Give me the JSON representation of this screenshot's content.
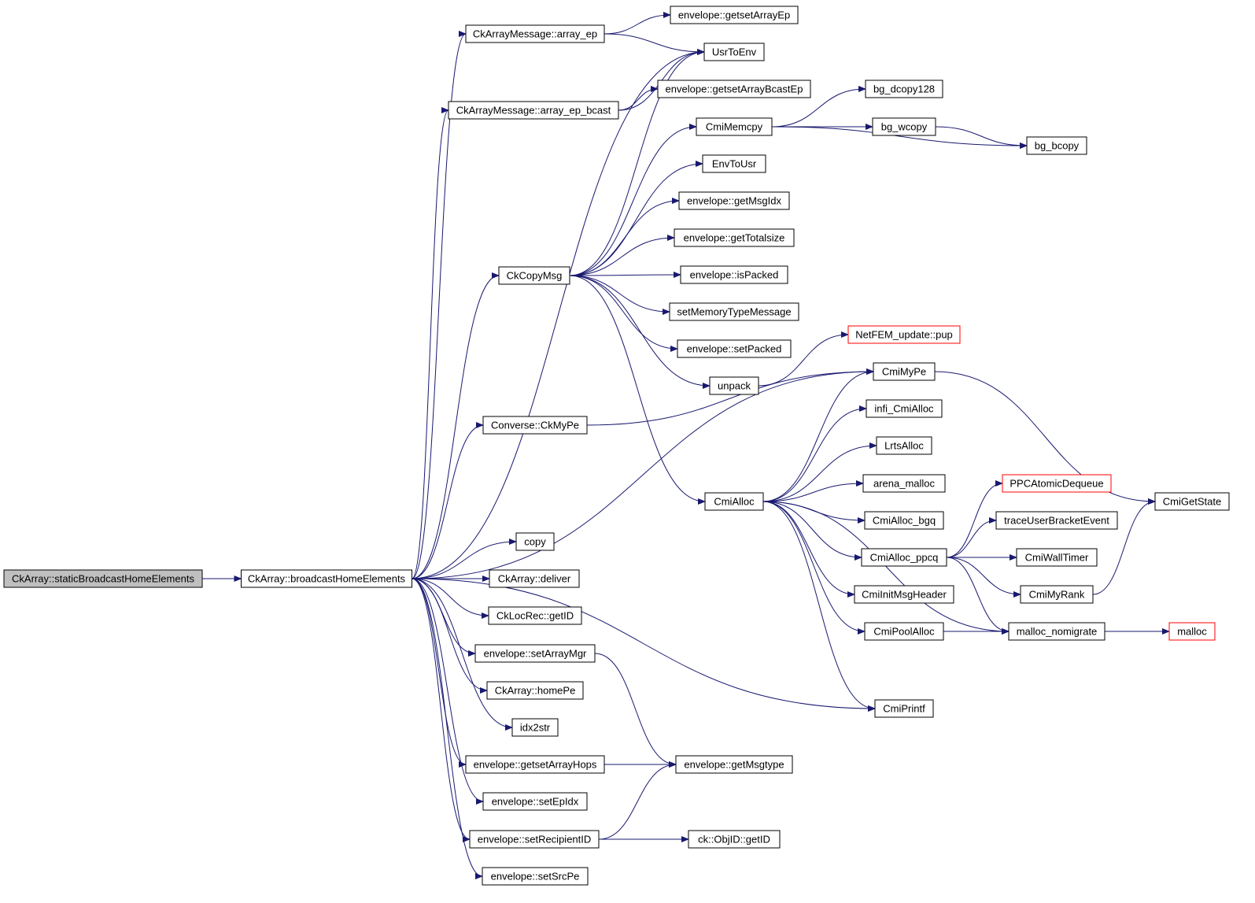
{
  "graph": {
    "type": "call-graph",
    "edge_color": "#191970",
    "root_fill": "#bfbfbf",
    "truncated_border": "#ff0000",
    "nodes": [
      {
        "id": "root",
        "label": "CkArray::staticBroadcastHomeElements",
        "root": true
      },
      {
        "id": "bhe",
        "label": "CkArray::broadcastHomeElements"
      },
      {
        "id": "arrayep",
        "label": "CkArrayMessage::array_ep"
      },
      {
        "id": "arrayepb",
        "label": "CkArrayMessage::array_ep_bcast"
      },
      {
        "id": "ckcopy",
        "label": "CkCopyMsg"
      },
      {
        "id": "cvmype",
        "label": "Converse::CkMyPe"
      },
      {
        "id": "copy",
        "label": "copy"
      },
      {
        "id": "deliver",
        "label": "CkArray::deliver"
      },
      {
        "id": "locgetid",
        "label": "CkLocRec::getID"
      },
      {
        "id": "setmgr",
        "label": "envelope::setArrayMgr"
      },
      {
        "id": "homepe",
        "label": "CkArray::homePe"
      },
      {
        "id": "idx2str",
        "label": "idx2str"
      },
      {
        "id": "hops",
        "label": "envelope::getsetArrayHops"
      },
      {
        "id": "setepidx",
        "label": "envelope::setEpIdx"
      },
      {
        "id": "setrecip",
        "label": "envelope::setRecipientID"
      },
      {
        "id": "setsrcpe",
        "label": "envelope::setSrcPe"
      },
      {
        "id": "getsetep",
        "label": "envelope::getsetArrayEp"
      },
      {
        "id": "usrtoenv",
        "label": "UsrToEnv"
      },
      {
        "id": "bcastep",
        "label": "envelope::getsetArrayBcastEp"
      },
      {
        "id": "cmimemcpy",
        "label": "CmiMemcpy"
      },
      {
        "id": "envtousr",
        "label": "EnvToUsr"
      },
      {
        "id": "msgidx",
        "label": "envelope::getMsgIdx"
      },
      {
        "id": "totalsize",
        "label": "envelope::getTotalsize"
      },
      {
        "id": "ispacked",
        "label": "envelope::isPacked"
      },
      {
        "id": "setmem",
        "label": "setMemoryTypeMessage"
      },
      {
        "id": "setpacked",
        "label": "envelope::setPacked"
      },
      {
        "id": "unpack",
        "label": "unpack"
      },
      {
        "id": "cmialloc",
        "label": "CmiAlloc"
      },
      {
        "id": "msgtype",
        "label": "envelope::getMsgtype"
      },
      {
        "id": "objid",
        "label": "ck::ObjID::getID"
      },
      {
        "id": "dcopy",
        "label": "bg_dcopy128"
      },
      {
        "id": "wcopy",
        "label": "bg_wcopy"
      },
      {
        "id": "bcopy",
        "label": "bg_bcopy"
      },
      {
        "id": "netfem",
        "label": "NetFEM_update::pup",
        "truncated": true
      },
      {
        "id": "cmimype",
        "label": "CmiMyPe"
      },
      {
        "id": "infi",
        "label": "infi_CmiAlloc"
      },
      {
        "id": "lrts",
        "label": "LrtsAlloc"
      },
      {
        "id": "arena",
        "label": "arena_malloc"
      },
      {
        "id": "bgq",
        "label": "CmiAlloc_bgq"
      },
      {
        "id": "ppcq",
        "label": "CmiAlloc_ppcq"
      },
      {
        "id": "initmsg",
        "label": "CmiInitMsgHeader"
      },
      {
        "id": "pool",
        "label": "CmiPoolAlloc"
      },
      {
        "id": "printf",
        "label": "CmiPrintf"
      },
      {
        "id": "ppcatomic",
        "label": "PPCAtomicDequeue",
        "truncated": true
      },
      {
        "id": "trace",
        "label": "traceUserBracketEvent"
      },
      {
        "id": "walltimer",
        "label": "CmiWallTimer"
      },
      {
        "id": "myrank",
        "label": "CmiMyRank"
      },
      {
        "id": "nomigrate",
        "label": "malloc_nomigrate"
      },
      {
        "id": "malloc",
        "label": "malloc",
        "truncated": true
      },
      {
        "id": "getstate",
        "label": "CmiGetState"
      }
    ],
    "edges": [
      [
        "root",
        "bhe"
      ],
      [
        "bhe",
        "arrayep"
      ],
      [
        "bhe",
        "arrayepb"
      ],
      [
        "bhe",
        "ckcopy"
      ],
      [
        "bhe",
        "cvmype"
      ],
      [
        "bhe",
        "copy"
      ],
      [
        "bhe",
        "deliver"
      ],
      [
        "bhe",
        "locgetid"
      ],
      [
        "bhe",
        "setmgr"
      ],
      [
        "bhe",
        "homepe"
      ],
      [
        "bhe",
        "idx2str"
      ],
      [
        "bhe",
        "hops"
      ],
      [
        "bhe",
        "setepidx"
      ],
      [
        "bhe",
        "setrecip"
      ],
      [
        "bhe",
        "setsrcpe"
      ],
      [
        "bhe",
        "usrtoenv"
      ],
      [
        "bhe",
        "cmimype"
      ],
      [
        "bhe",
        "printf"
      ],
      [
        "arrayep",
        "getsetep"
      ],
      [
        "arrayep",
        "usrtoenv"
      ],
      [
        "arrayepb",
        "usrtoenv"
      ],
      [
        "arrayepb",
        "bcastep"
      ],
      [
        "ckcopy",
        "usrtoenv"
      ],
      [
        "ckcopy",
        "cmimemcpy"
      ],
      [
        "ckcopy",
        "envtousr"
      ],
      [
        "ckcopy",
        "msgidx"
      ],
      [
        "ckcopy",
        "totalsize"
      ],
      [
        "ckcopy",
        "ispacked"
      ],
      [
        "ckcopy",
        "setmem"
      ],
      [
        "ckcopy",
        "setpacked"
      ],
      [
        "ckcopy",
        "unpack"
      ],
      [
        "ckcopy",
        "cmialloc"
      ],
      [
        "cmimemcpy",
        "dcopy"
      ],
      [
        "cmimemcpy",
        "wcopy"
      ],
      [
        "cmimemcpy",
        "bcopy"
      ],
      [
        "wcopy",
        "bcopy"
      ],
      [
        "unpack",
        "netfem"
      ],
      [
        "cvmype",
        "cmimype"
      ],
      [
        "cmialloc",
        "cmimype"
      ],
      [
        "cmialloc",
        "infi"
      ],
      [
        "cmialloc",
        "lrts"
      ],
      [
        "cmialloc",
        "arena"
      ],
      [
        "cmialloc",
        "bgq"
      ],
      [
        "cmialloc",
        "ppcq"
      ],
      [
        "cmialloc",
        "initmsg"
      ],
      [
        "cmialloc",
        "pool"
      ],
      [
        "cmialloc",
        "printf"
      ],
      [
        "cmialloc",
        "nomigrate"
      ],
      [
        "ppcq",
        "ppcatomic"
      ],
      [
        "ppcq",
        "trace"
      ],
      [
        "ppcq",
        "walltimer"
      ],
      [
        "ppcq",
        "myrank"
      ],
      [
        "ppcq",
        "nomigrate"
      ],
      [
        "pool",
        "nomigrate"
      ],
      [
        "nomigrate",
        "malloc"
      ],
      [
        "cmimype",
        "getstate"
      ],
      [
        "myrank",
        "getstate"
      ],
      [
        "setmgr",
        "msgtype"
      ],
      [
        "hops",
        "msgtype"
      ],
      [
        "setrecip",
        "msgtype"
      ],
      [
        "setrecip",
        "objid"
      ]
    ]
  }
}
